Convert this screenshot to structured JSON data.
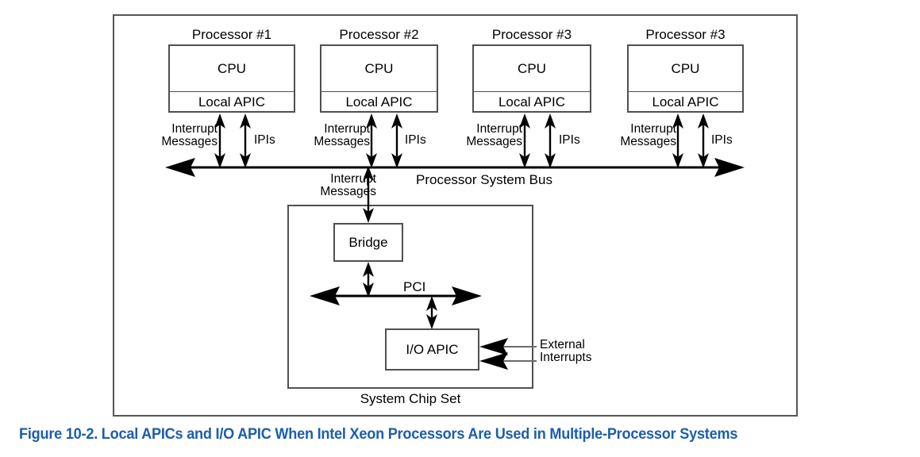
{
  "figure": {
    "caption": "Figure 10-2.  Local APICs and I/O APIC When Intel Xeon Processors Are Used in Multiple-Processor Systems",
    "caption_color": "#1B5EAC"
  },
  "diagram": {
    "processors": [
      {
        "title": "Processor #1",
        "cpu_label": "CPU",
        "apic_label": "Local APIC",
        "interrupt_label_line1": "Interrupt",
        "interrupt_label_line2": "Messages",
        "ipi_label": "IPIs"
      },
      {
        "title": "Processor #2",
        "cpu_label": "CPU",
        "apic_label": "Local APIC",
        "interrupt_label_line1": "Interrupt",
        "interrupt_label_line2": "Messages",
        "ipi_label": "IPIs"
      },
      {
        "title": "Processor #3",
        "cpu_label": "CPU",
        "apic_label": "Local APIC",
        "interrupt_label_line1": "Interrupt",
        "interrupt_label_line2": "Messages",
        "ipi_label": "IPIs"
      },
      {
        "title": "Processor #3",
        "cpu_label": "CPU",
        "apic_label": "Local APIC",
        "interrupt_label_line1": "Interrupt",
        "interrupt_label_line2": "Messages",
        "ipi_label": "IPIs"
      }
    ],
    "system_bus_label": "Processor System Bus",
    "bridge_interrupt_label_line1": "Interrupt",
    "bridge_interrupt_label_line2": "Messages",
    "chipset": {
      "label": "System Chip Set",
      "bridge_label": "Bridge",
      "pci_label": "PCI",
      "io_apic_label": "I/O APIC",
      "external_label_line1": "External",
      "external_label_line2": "Interrupts"
    },
    "colors": {
      "line": "#000000",
      "box_border": "#4f4f55",
      "frame_border": "#55555a",
      "thin_line": "#5a5a5a"
    }
  }
}
